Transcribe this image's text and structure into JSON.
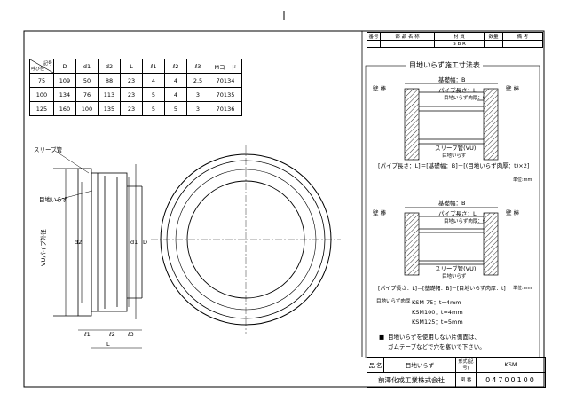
{
  "parts_header": {
    "no": "番号",
    "name": "部 品 名 称",
    "material": "材 質",
    "qty": "数量",
    "remarks": "備 考"
  },
  "parts_row": {
    "material": "S B R"
  },
  "spec_table": {
    "corner_top": "記号",
    "corner_bottom": "呼び径",
    "columns": [
      "D",
      "d1",
      "d2",
      "L",
      "ℓ1",
      "ℓ2",
      "ℓ3",
      "Mコード"
    ],
    "rows": [
      [
        "75",
        "109",
        "50",
        "88",
        "23",
        "4",
        "4",
        "2.5",
        "70134"
      ],
      [
        "100",
        "134",
        "76",
        "113",
        "23",
        "5",
        "4",
        "3",
        "70135"
      ],
      [
        "125",
        "160",
        "100",
        "135",
        "23",
        "5",
        "5",
        "3",
        "70136"
      ]
    ]
  },
  "section_labels": {
    "sleeve": "スリーブ管",
    "joint": "目地いらず",
    "pipe": "VUパイプ外径",
    "d2": "d2",
    "d1": "d1",
    "D": "D",
    "l1": "ℓ1",
    "l2": "ℓ2",
    "l3": "ℓ3",
    "L": "L"
  },
  "guide": {
    "title": "目地いらず施工寸法表",
    "wall_left": "壁 棒",
    "wall_right": "壁 棒",
    "wall_a": "基礎幅：B",
    "pipe_len": "パイプ長さ：L",
    "joint_depth": "目地いらず肉厚：t",
    "sleeve_label": "スリーブ管(VU)",
    "joint_label": "目地いらず",
    "formula1": "[パイプ長さ：L]＝[基礎幅：B]－[(目地いらず肉厚：t)×2]",
    "unit1": "単位:mm",
    "formula2": "[パイプ長さ：L]＝[基礎幅：B]－[目地いらず肉厚：t]",
    "unit2": "単位:mm",
    "thickness_title": "目地いらず肉厚",
    "thickness": [
      "KSM 75：t=4mm",
      "KSM100：t=4mm",
      "KSM125：t=5mm"
    ],
    "note_mark": "■",
    "note_line1": "目地いらずを使用しない片側面は、",
    "note_line2": "ガムテープなどで穴を塞いで下さい。"
  },
  "title_block": {
    "name_label": "品 名",
    "name": "目地いらず",
    "model_label": "形式(記号)",
    "model": "KSM",
    "company": "前澤化成工業株式会社",
    "drawing_no_label": "図 番",
    "drawing_no": "04700100"
  }
}
